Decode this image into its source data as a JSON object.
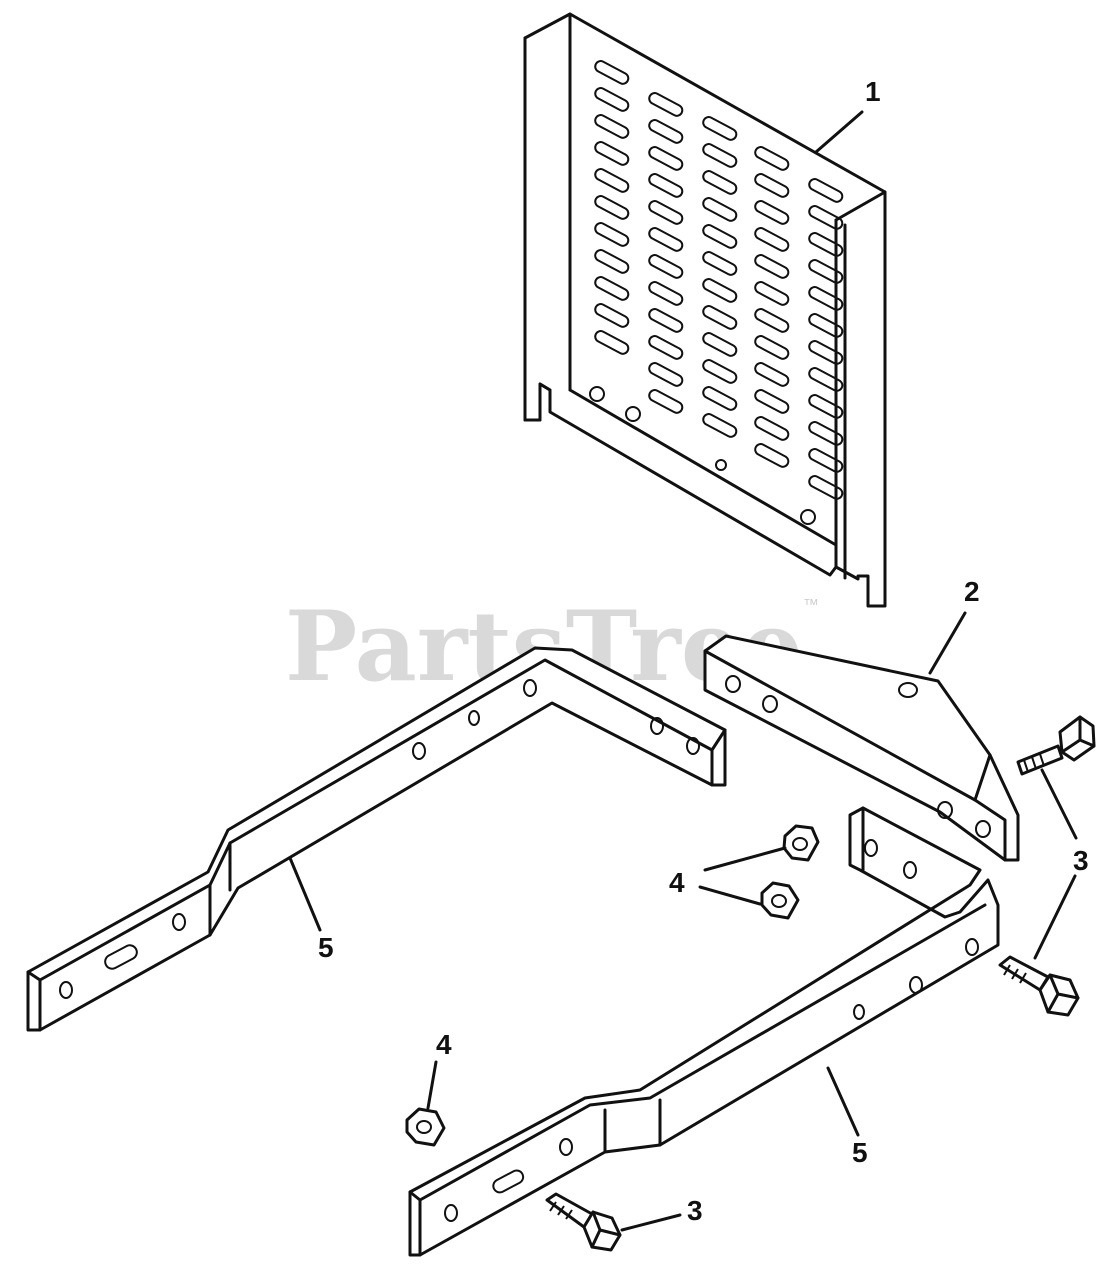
{
  "watermark": {
    "text": "PartsTree",
    "trademark": "™"
  },
  "callouts": {
    "c1": "1",
    "c2": "2",
    "c3a": "3",
    "c3b": "3",
    "c3c": "3",
    "c4a": "4",
    "c4b": "4",
    "c5a": "5",
    "c5b": "5"
  }
}
